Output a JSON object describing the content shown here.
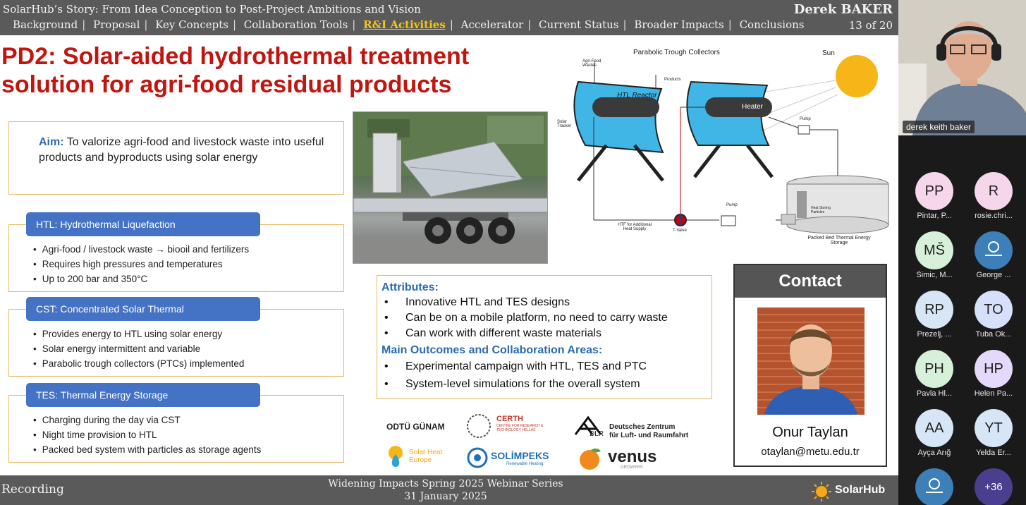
{
  "header": {
    "story": "SolarHub’s Story: From Idea Conception to Post-Project Ambitions and Vision",
    "nav": [
      "Background",
      "Proposal",
      "Key Concepts",
      "Collaboration Tools",
      "R&I Activities",
      "Accelerator",
      "Current Status",
      "Broader Impacts",
      "Conclusions"
    ],
    "active_nav": "R&I Activities",
    "presenter": "Derek BAKER",
    "page": "13 of 20"
  },
  "slide": {
    "title_line1": "PD2: Solar-aided hydrothermal treatment",
    "title_line2": "solution for agri-food residual products",
    "aim_label": "Aim:",
    "aim_text": "To valorize agri-food and livestock waste into useful products and byproducts using solar energy",
    "sections": [
      {
        "header": "HTL: Hydrothermal Liquefaction",
        "bullets": [
          "Agri-food / livestock waste → biooil and fertilizers",
          "Requires high pressures and temperatures",
          "Up to 200 bar and 350°C"
        ]
      },
      {
        "header": "CST: Concentrated Solar Thermal",
        "bullets": [
          "Provides energy to HTL using solar energy",
          "Solar energy intermittent and variable",
          "Parabolic trough collectors (PTCs) implemented"
        ]
      },
      {
        "header": "TES: Thermal Energy Storage",
        "bullets": [
          "Charging during the day via CST",
          "Night time provision to HTL",
          "Packed bed system with particles as storage agents"
        ]
      }
    ],
    "diagram": {
      "ptc_label": "Parabolic Trough Collectors",
      "sun": "Sun",
      "agri": "Agri-Food Wastes",
      "products": "Products",
      "htl_reactor": "HTL Reactor",
      "heater": "Heater",
      "solar_tracker": "Solar Tracker",
      "pump1": "Pump",
      "pump2": "Pump",
      "htf": "HTF for Additional Heat Supply",
      "tvalve": "T-Valve",
      "heat_particles": "Heat Storing Particles",
      "tes": "Packed Bed Thermal Energy Storage"
    },
    "attributes_title": "Attributes:",
    "attributes": [
      "Innovative HTL and TES designs",
      "Can be on a mobile platform, no need to carry waste",
      "Can work with different waste materials"
    ],
    "outcomes_title": "Main Outcomes and Collaboration Areas:",
    "outcomes": [
      "Experimental campaign with HTL, TES and PTC",
      "System-level simulations for the overall system"
    ],
    "logos": {
      "odtu": "ODTÜ GÜNAM",
      "certh": "CERTH",
      "certh_sub": "CENTRE FOR RESEARCH & TECHNOLOGY HELLAS",
      "dlr_short": "DLR",
      "dlr_name1": "Deutsches Zentrum",
      "dlr_name2": "für Luft- und Raumfahrt",
      "she1": "Solar Heat",
      "she2": "Europe",
      "solimpeks": "SOLİMPEKS",
      "solimpeks_sub": "Renewable Heating",
      "venus": "venus",
      "venus_sub": "GROWERS"
    },
    "contact": {
      "header": "Contact",
      "name": "Onur Taylan",
      "email": "otaylan@metu.edu.tr"
    }
  },
  "footer": {
    "recording": "Recording",
    "series": "Widening Impacts Spring 2025 Webinar Series",
    "date": "31 January 2025",
    "brand": "SolarHub"
  },
  "participants": {
    "video_name": "derek keith baker",
    "tiles": [
      {
        "initials": "PP",
        "name": "Pintar, P...",
        "color": "#f6d6ea"
      },
      {
        "initials": "R",
        "name": "rosie.chri...",
        "color": "#f6d6ea"
      },
      {
        "initials": "MŠ",
        "name": "Šimic, M...",
        "color": "#d7f0d9"
      },
      {
        "initials": "",
        "name": "George ...",
        "color": "#3d7fb8",
        "icon": "person-icon"
      },
      {
        "initials": "RP",
        "name": "Prezelj, ...",
        "color": "#d6e6f7"
      },
      {
        "initials": "TO",
        "name": "Tuba Ok...",
        "color": "#d6e0fb"
      },
      {
        "initials": "PH",
        "name": "Pavla Hl...",
        "color": "#d7f0d9"
      },
      {
        "initials": "HP",
        "name": "Helen Pa...",
        "color": "#e4d9fa"
      },
      {
        "initials": "AA",
        "name": "Ayça Arığ",
        "color": "#d6e6f7"
      },
      {
        "initials": "YT",
        "name": "Yelda Er...",
        "color": "#d6e6f7"
      },
      {
        "initials": "",
        "name": "",
        "color": "#3d7fb8",
        "icon": "person-icon"
      },
      {
        "initials": "+36",
        "name": "",
        "color": "#4a3f8f"
      }
    ]
  },
  "colors": {
    "title_red": "#c0160f",
    "accent_blue": "#4472c4",
    "label_blue": "#2b6cb0",
    "box_border": "#e8b860",
    "bar_gray": "#5a5a5a"
  }
}
